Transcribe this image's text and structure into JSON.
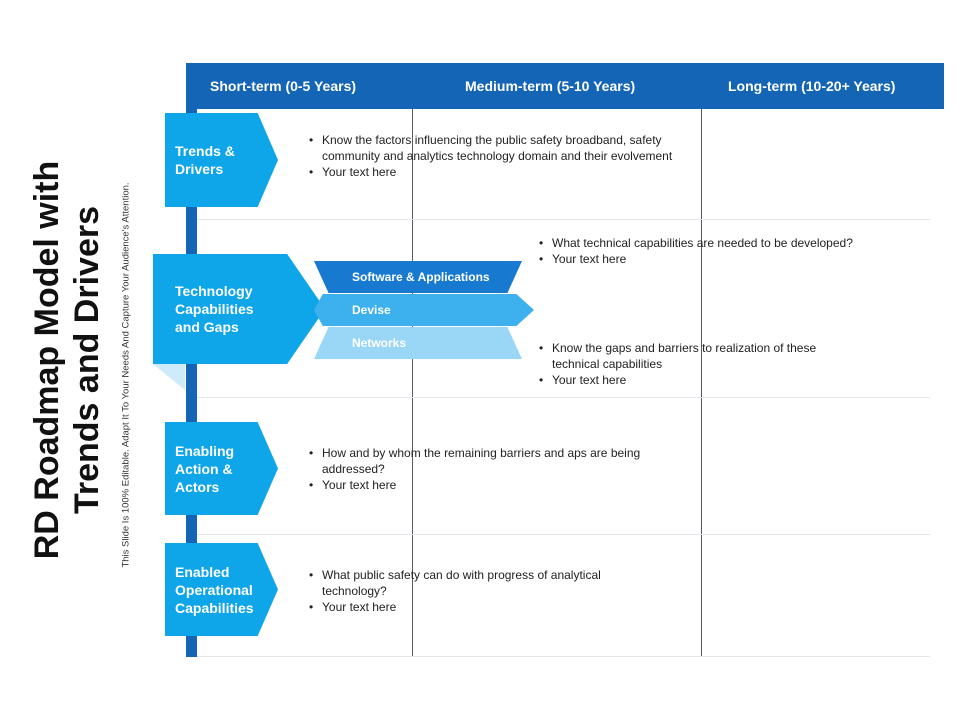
{
  "title": "RD Roadmap Model with\nTrends and Drivers",
  "subtitle": "This Slide Is 100% Editable. Adapt It To Your Needs And Capture Your Audience's Attention.",
  "header": {
    "short_term": "Short-term (0-5 Years)",
    "medium_term": "Medium-term (5-10 Years)",
    "long_term": "Long-term (10-20+ Years)"
  },
  "rows": {
    "trends": {
      "label": "Trends &\nDrivers",
      "bullets": [
        "Know the factors influencing the public safety broadband, safety community and analytics technology domain and their evolvement",
        "Your text here"
      ]
    },
    "technology": {
      "label": "Technology\nCapabilities\nand Gaps",
      "sub_items": [
        "Software & Applications",
        "Devise",
        "Networks"
      ],
      "bullets_top": [
        "What technical capabilities are needed to be developed?",
        "Your text here"
      ],
      "bullets_bottom": [
        "Know the gaps and barriers to realization of these technical capabilities",
        "Your text here"
      ]
    },
    "enabling": {
      "label": "Enabling\nAction &\nActors",
      "bullets": [
        "How and by whom the remaining barriers and aps are being addressed?",
        "Your text here"
      ]
    },
    "enabled": {
      "label": "Enabled\nOperational\nCapabilities",
      "bullets": [
        "What public safety can do with progress of analytical technology?",
        "Your text here"
      ]
    }
  },
  "colors": {
    "header_blue": "#1465b5",
    "chevron_blue": "#0ea5e9",
    "sub_dark": "#1779cf",
    "sub_mid": "#3db0ee",
    "sub_light": "#9ad7f7"
  }
}
